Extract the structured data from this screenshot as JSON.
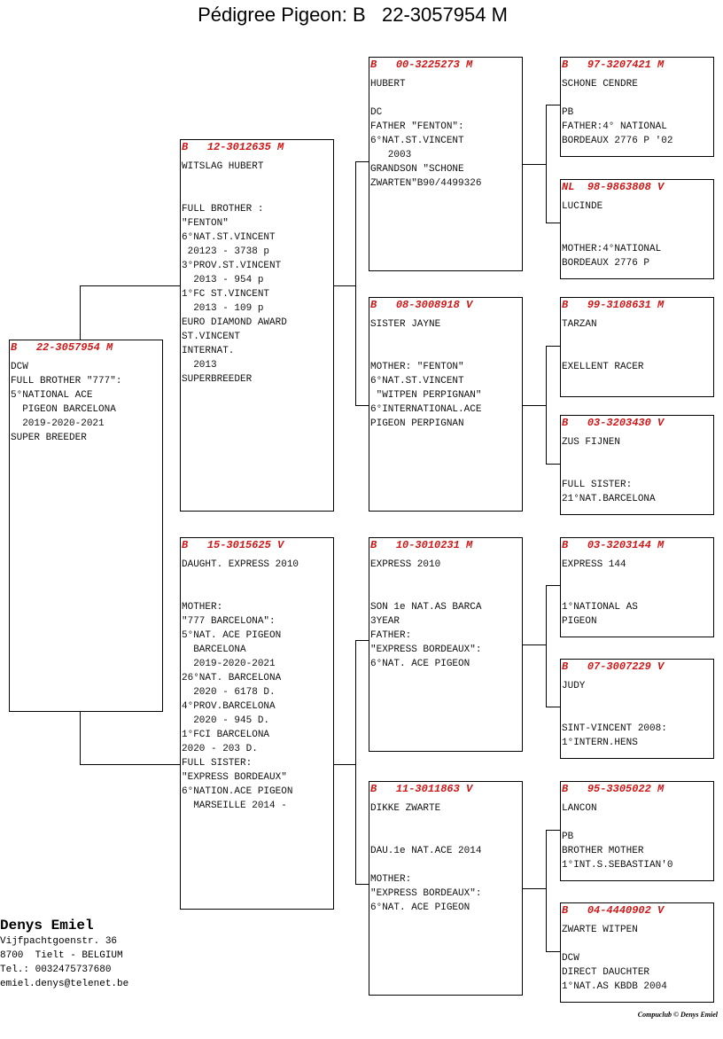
{
  "title": "Pédigree Pigeon: B   22-3057954 M",
  "pigeons": {
    "subject": {
      "country": "B",
      "ring": "22-3057954",
      "sex": "M",
      "name": "",
      "notes": "DCW\nFULL BROTHER \"777\":\n5°NATIONAL ACE\n  PIGEON BARCELONA\n  2019-2020-2021\nSUPER BREEDER"
    },
    "father": {
      "country": "B",
      "ring": "12-3012635",
      "sex": "M",
      "name": "WITSLAG HUBERT",
      "notes": "\n\nFULL BROTHER :\n\"FENTON\"\n6°NAT.ST.VINCENT\n 20123 - 3738 p\n3°PROV.ST.VINCENT\n  2013 - 954 p\n1°FC ST.VINCENT\n  2013 - 109 p\nEURO DIAMOND AWARD\nST.VINCENT\nINTERNAT.\n  2013\nSUPERBREEDER"
    },
    "mother": {
      "country": "B",
      "ring": "15-3015625",
      "sex": "V",
      "name": "DAUGHT. EXPRESS 2010",
      "notes": "\n\nMOTHER:\n\"777 BARCELONA\":\n5°NAT. ACE PIGEON\n  BARCELONA\n  2019-2020-2021\n26°NAT. BARCELONA\n  2020 - 6178 D.\n4°PROV.BARCELONA\n  2020 - 945 D.\n1°FCI BARCELONA\n2020 - 203 D.\nFULL SISTER:\n\"EXPRESS BORDEAUX\"\n6°NATION.ACE PIGEON\n  MARSEILLE 2014 -"
    },
    "ff": {
      "country": "B",
      "ring": "00-3225273",
      "sex": "M",
      "name": "HUBERT",
      "notes": "\nDC\nFATHER \"FENTON\":\n6°NAT.ST.VINCENT\n   2003\nGRANDSON \"SCHONE\nZWARTEN\"B90/4499326"
    },
    "fm": {
      "country": "B",
      "ring": "08-3008918",
      "sex": "V",
      "name": "SISTER JAYNE",
      "notes": "\n\nMOTHER: \"FENTON\"\n6°NAT.ST.VINCENT\n \"WITPEN PERPIGNAN\"\n6°INTERNATIONAL.ACE\nPIGEON PERPIGNAN"
    },
    "mf": {
      "country": "B",
      "ring": "10-3010231",
      "sex": "M",
      "name": "EXPRESS 2010",
      "notes": "\n\nSON 1e NAT.AS BARCA\n3YEAR\nFATHER:\n\"EXPRESS BORDEAUX\":\n6°NAT. ACE PIGEON"
    },
    "mm": {
      "country": "B",
      "ring": "11-3011863",
      "sex": "V",
      "name": "DIKKE ZWARTE",
      "notes": "\n\nDAU.1e NAT.ACE 2014\n\nMOTHER:\n\"EXPRESS BORDEAUX\":\n6°NAT. ACE PIGEON"
    },
    "fff": {
      "country": "B",
      "ring": "97-3207421",
      "sex": "M",
      "name": "SCHONE CENDRE",
      "notes": "\nPB\nFATHER:4° NATIONAL\nBORDEAUX 2776 P '02"
    },
    "ffm": {
      "country": "NL",
      "ring": "98-9863808",
      "sex": "V",
      "name": "LUCINDE",
      "notes": "\n\nMOTHER:4°NATIONAL\nBORDEAUX 2776 P"
    },
    "fmf": {
      "country": "B",
      "ring": "99-3108631",
      "sex": "M",
      "name": "TARZAN",
      "notes": "\n\nEXELLENT RACER"
    },
    "fmm": {
      "country": "B",
      "ring": "03-3203430",
      "sex": "V",
      "name": "ZUS FIJNEN",
      "notes": "\n\nFULL SISTER:\n21°NAT.BARCELONA"
    },
    "mff": {
      "country": "B",
      "ring": "03-3203144",
      "sex": "M",
      "name": "EXPRESS 144",
      "notes": "\n\n1°NATIONAL AS\nPIGEON"
    },
    "mfm": {
      "country": "B",
      "ring": "07-3007229",
      "sex": "V",
      "name": "JUDY",
      "notes": "\n\nSINT-VINCENT 2008:\n1°INTERN.HENS"
    },
    "mmf": {
      "country": "B",
      "ring": "95-3305022",
      "sex": "M",
      "name": "LANCON",
      "notes": "\nPB\nBROTHER MOTHER\n1°INT.S.SEBASTIAN'0"
    },
    "mmm": {
      "country": "B",
      "ring": "04-4440902",
      "sex": "V",
      "name": "ZWARTE WITPEN",
      "notes": "\nDCW\nDIRECT DAUCHTER\n1°NAT.AS KBDB 2004"
    }
  },
  "owner": {
    "name": "Denys Emiel",
    "street": "Vijfpachtgoenstr. 36",
    "city": "8700  Tielt - BELGIUM",
    "phone": "Tel.: 0032475737680",
    "email": "emiel.denys@telenet.be"
  },
  "footer": "Compuclub © Denys Emiel"
}
